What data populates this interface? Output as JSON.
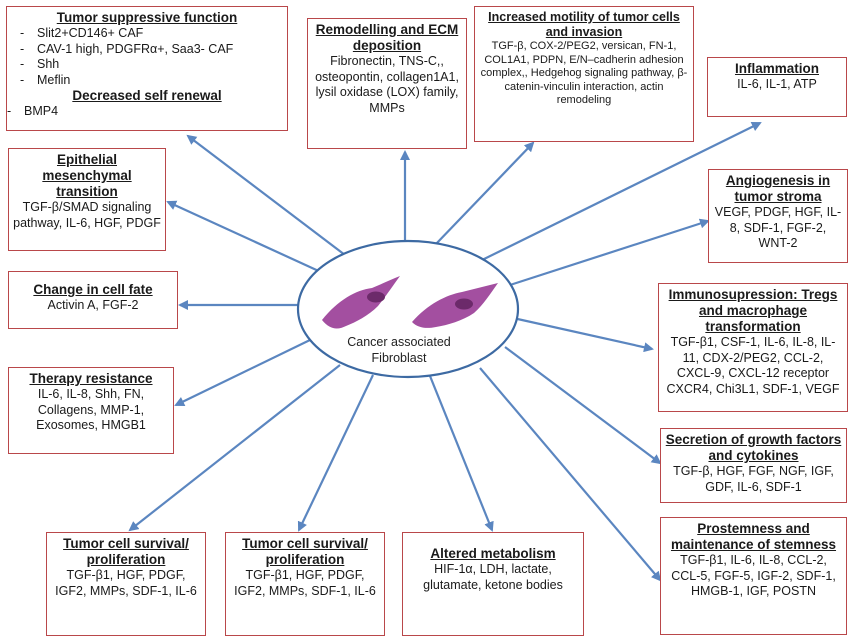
{
  "center": {
    "line1": "Cancer associated",
    "line2": "Fibroblast"
  },
  "boxes": {
    "tumor_suppressive": {
      "title": "Tumor suppressive function",
      "items": [
        "Slit2+CD146+ CAF",
        "CAV-1 high, PDGFRα+, Saa3- CAF",
        "Shh",
        "Meflin"
      ],
      "title2": "Decreased self renewal",
      "items2": [
        "BMP4"
      ]
    },
    "remodelling": {
      "title": "Remodelling and ECM deposition",
      "body": "Fibronectin, TNS-C,, osteopontin, collagen1A1, lysil oxidase (LOX) family, MMPs"
    },
    "motility": {
      "title": "Increased motility of tumor cells and invasion",
      "body": "TGF-β, COX-2/PEG2, versican, FN-1, COL1A1, PDPN, E/N–cadherin adhesion complex,, Hedgehog signaling pathway, β-catenin-vinculin interaction, actin remodeling"
    },
    "inflammation": {
      "title": "Inflammation",
      "body": "IL-6, IL-1, ATP"
    },
    "emt": {
      "title": "Epithelial mesenchymal transition",
      "body": "TGF-β/SMAD signaling pathway, IL-6, HGF, PDGF"
    },
    "angiogenesis": {
      "title": "Angiogenesis in tumor stroma",
      "body": "VEGF, PDGF, HGF, IL-8, SDF-1, FGF-2, WNT-2"
    },
    "cell_fate": {
      "title": "Change in cell fate",
      "body": "Activin A, FGF-2"
    },
    "immuno": {
      "title": "Immunosupression: Tregs and macrophage transformation",
      "body": "TGF-β1, CSF-1, IL-6, IL-8, IL-11, CDX-2/PEG2, CCL-2, CXCL-9, CXCL-12 receptor CXCR4, Chi3L1, SDF-1, VEGF"
    },
    "therapy": {
      "title": "Therapy resistance",
      "body": "IL-6, IL-8, Shh, FN, Collagens, MMP-1, Exosomes, HMGB1"
    },
    "secretion": {
      "title": "Secretion of growth factors and cytokines",
      "body": "TGF-β, HGF, FGF, NGF, IGF, GDF, IL-6, SDF-1"
    },
    "survival1": {
      "title": "Tumor cell survival/ proliferation",
      "body": "TGF-β1, HGF, PDGF, IGF2, MMPs, SDF-1, IL-6"
    },
    "survival2": {
      "title": "Tumor cell survival/ proliferation",
      "body": "TGF-β1, HGF, PDGF, IGF2, MMPs, SDF-1, IL-6"
    },
    "metabolism": {
      "title": "Altered metabolism",
      "body": "HIF-1α, LDH, lactate, glutamate, ketone bodies"
    },
    "stemness": {
      "title": "Prostemness and maintenance of stemness",
      "body": "TGF-β1, IL-6, IL-8, CCL-2, CCL-5, FGF-5, IGF-2, SDF-1, HMGB-1, IGF, POSTN"
    }
  },
  "colors": {
    "box_border": "#b9474a",
    "arrow": "#5b86c0",
    "ellipse": "#3d6aa3",
    "cell": "#a34fa0"
  }
}
